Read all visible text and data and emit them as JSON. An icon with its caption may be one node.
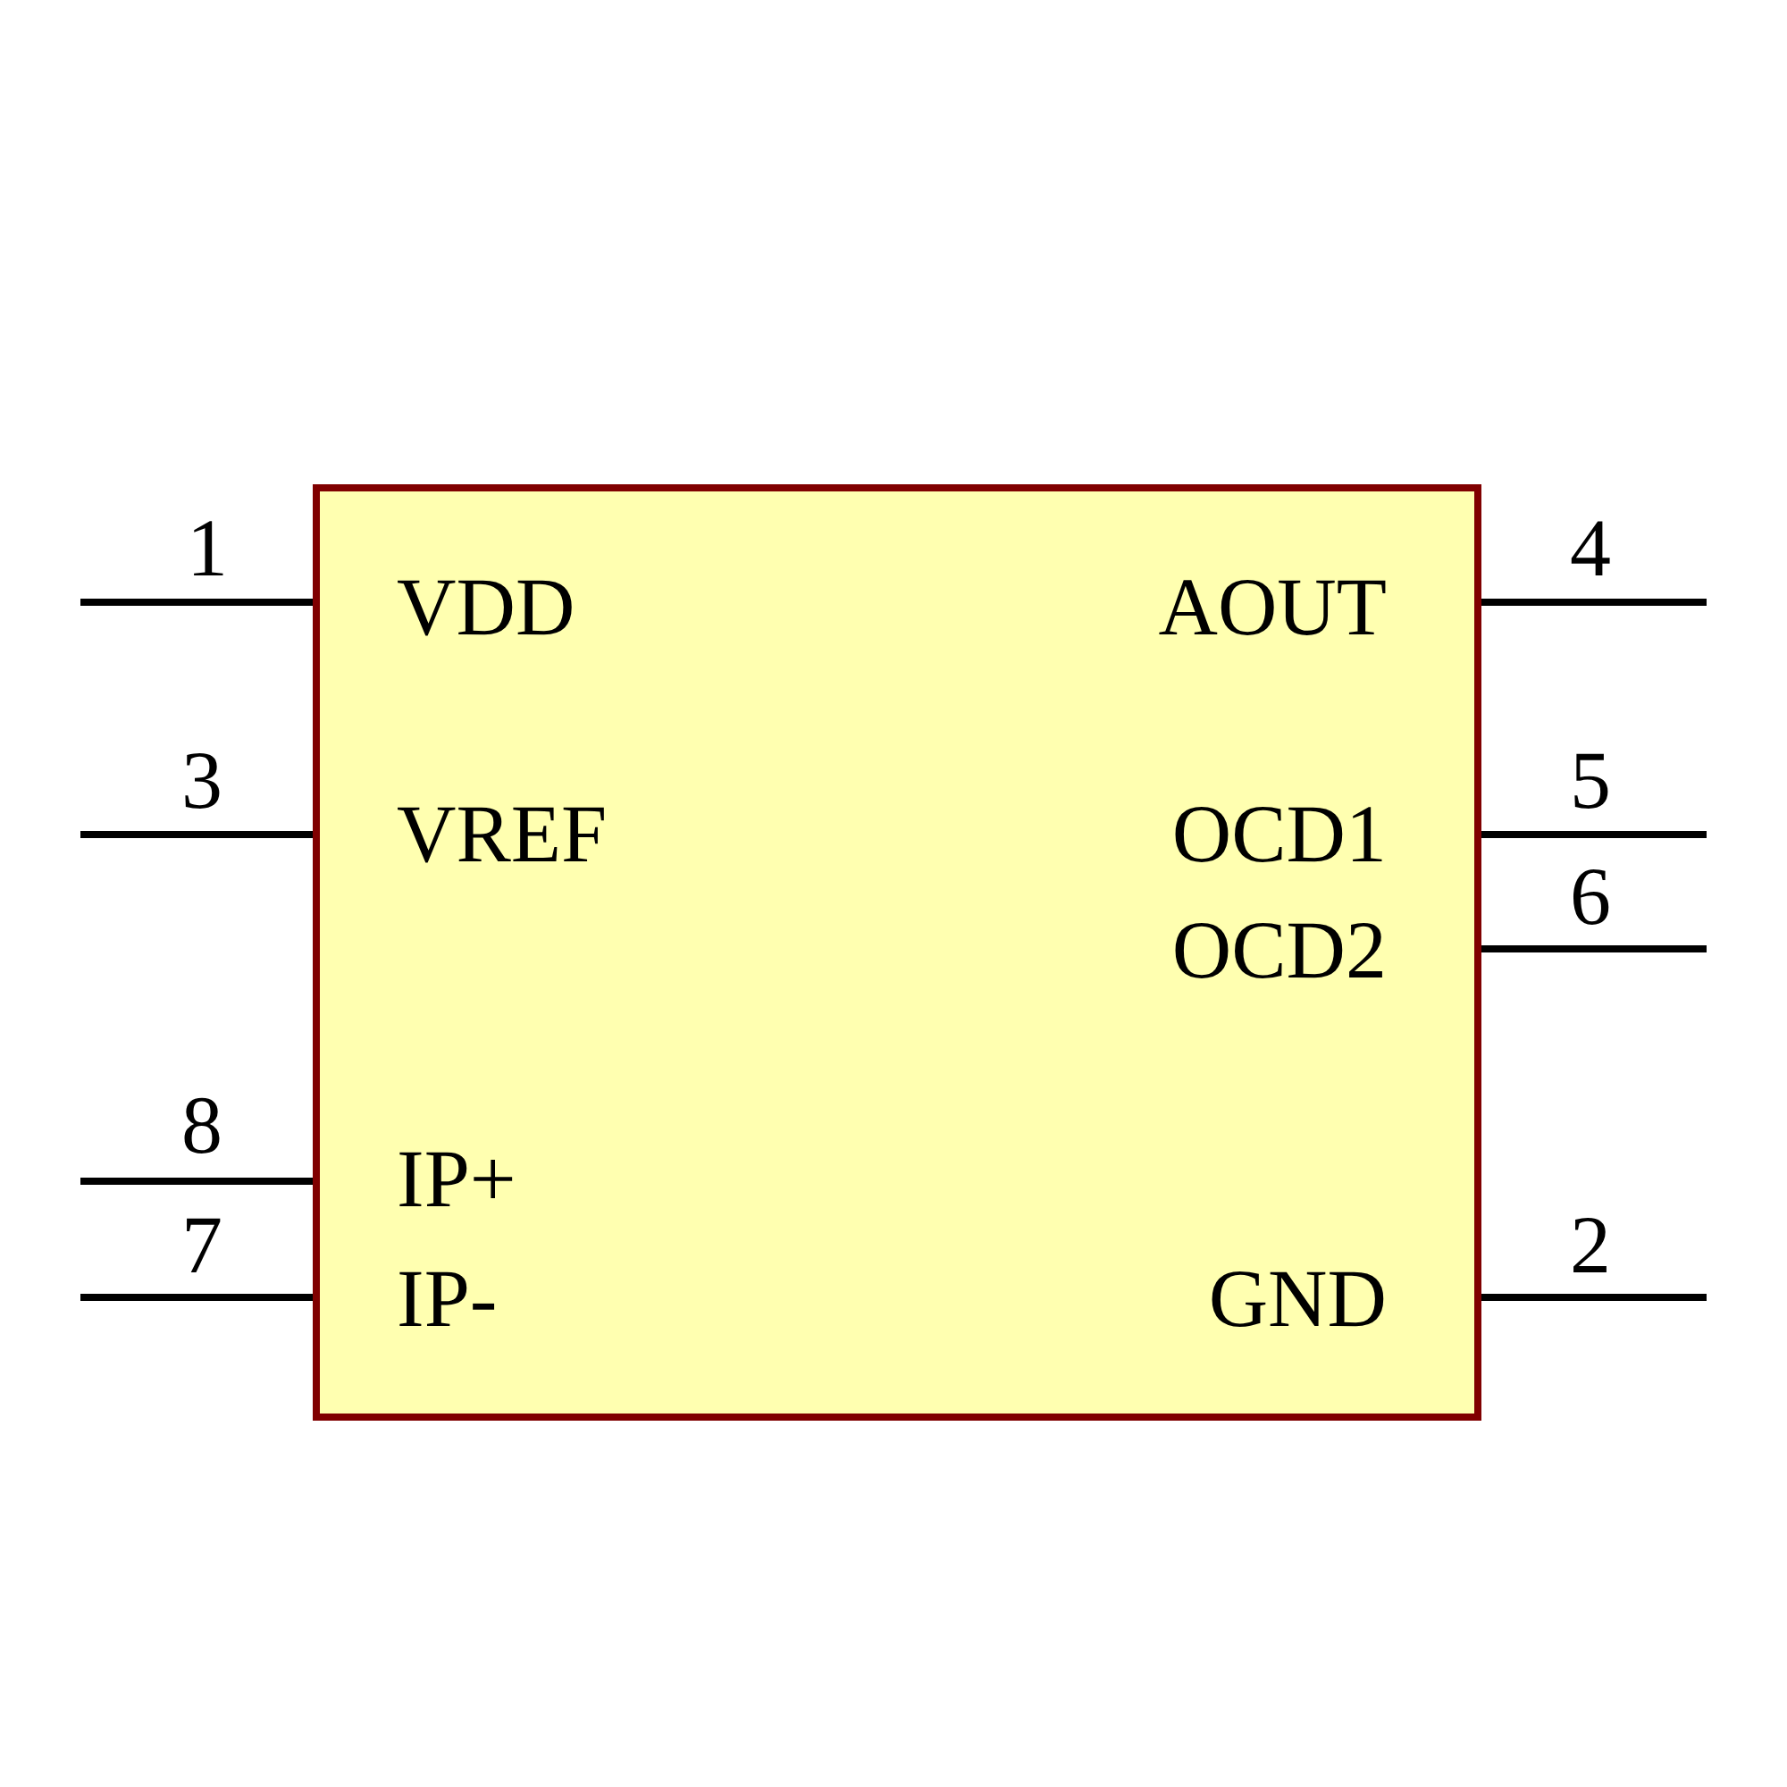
{
  "diagram": {
    "nodes": [
      {
        "text": [
          "VDD",
          "AOUT",
          "VREF",
          "OCD1",
          "OCD2",
          "IP+",
          "IP-",
          "GND"
        ]
      }
    ],
    "labels": [
      "1",
      "4",
      "3",
      "5",
      "6",
      "8",
      "7",
      "2"
    ]
  }
}
